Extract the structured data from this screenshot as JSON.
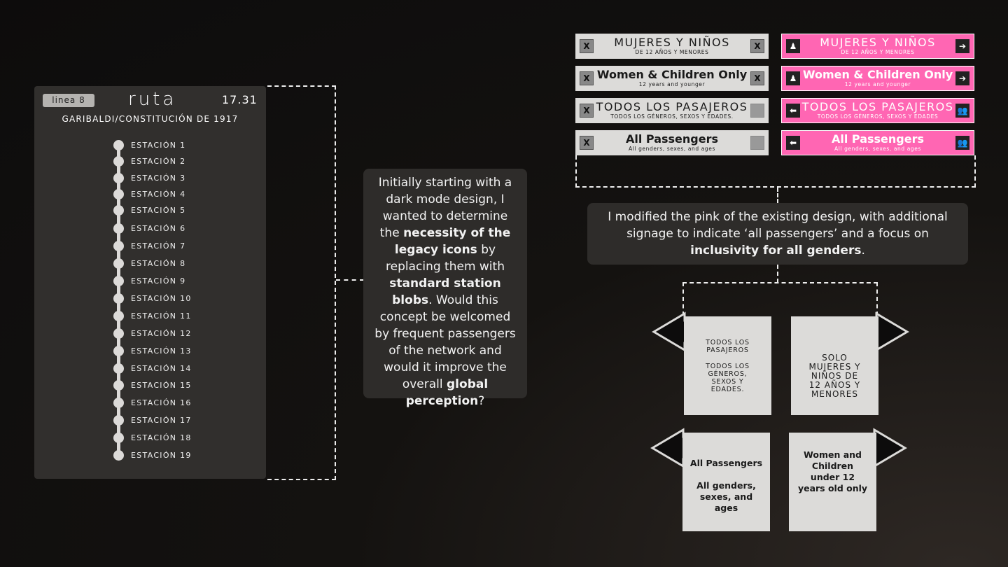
{
  "route_panel": {
    "line_badge": "linea 8",
    "title": "ruta",
    "time": "17.31",
    "subtitle": "GARIBALDI/CONSTITUCIÓN DE 1917",
    "stations": [
      "ESTACIÓN 1",
      "ESTACIÓN 2",
      "ESTACIÓN 3",
      "ESTACIÓN 4",
      "ESTACIÓN 5",
      "ESTACIÓN 6",
      "ESTACIÓN 7",
      "ESTACIÓN 8",
      "ESTACIÓN 9",
      "ESTACIÓN 10",
      "ESTACIÓN 11",
      "ESTACIÓN 12",
      "ESTACIÓN 13",
      "ESTACIÓN 14",
      "ESTACIÓN 15",
      "ESTACIÓN 16",
      "ESTACIÓN 17",
      "ESTACIÓN 18",
      "ESTACIÓN 19"
    ]
  },
  "left_caption": {
    "p1": "Initially starting with a dark mode design, I wanted to determine the ",
    "b1": "necessity of the legacy icons",
    "p2": " by replacing them with ",
    "b2": "standard station blobs",
    "p3": ". Would this concept be welcomed by frequent passengers of the network and would it improve the overall ",
    "b3": "global perception",
    "p4": "?"
  },
  "right_caption": {
    "p1": "I modified the pink of the existing design, with additional signage to indicate ‘all passengers’ and a focus on ",
    "b1": "inclusivity for all genders",
    "p2": "."
  },
  "signs": {
    "grey": [
      {
        "main": "MUJERES Y NIÑOS",
        "small": "DE 12 AÑOS Y MENORES",
        "left_icon": "X",
        "right_icon": "X"
      },
      {
        "main": "Women & Children Only",
        "small": "12 years and younger",
        "left_icon": "X",
        "right_icon": "X"
      },
      {
        "main": "TODOS LOS PASAJEROS",
        "small": "TODOS LOS GÉNEROS, SEXOS Y EDADES.",
        "left_icon": "X",
        "right_icon": ""
      },
      {
        "main": "All Passengers",
        "small": "All genders, sexes, and ages",
        "left_icon": "X",
        "right_icon": ""
      }
    ],
    "pink": [
      {
        "main": "MUJERES Y NIÑOS",
        "small": "DE 12 AÑOS Y MENORES",
        "left_icon": "person-icon",
        "right_icon": "arrow-right-icon"
      },
      {
        "main": "Women & Children Only",
        "small": "12 years and younger",
        "left_icon": "person-icon",
        "right_icon": "arrow-right-icon"
      },
      {
        "main": "TODOS LOS PASAJEROS",
        "small": "TODOS LOS GÉNEROS, SEXOS Y EDADES",
        "left_icon": "arrow-left-icon",
        "right_icon": "group-icon"
      },
      {
        "main": "All Passengers",
        "small": "All genders, sexes, and ages",
        "left_icon": "arrow-left-icon",
        "right_icon": "group-icon"
      }
    ]
  },
  "arrow_cards": {
    "es_left": [
      "TODOS LOS PASAJEROS",
      "TODOS LOS GÉNEROS, SEXOS Y EDADES."
    ],
    "es_right": "SOLO MUJERES Y NIÑOS DE 12 AÑOS Y MENORES",
    "en_left_1": "All Passengers",
    "en_left_2": "All genders, sexes, and ages",
    "en_right": "Women and Children under 12 years old only"
  },
  "colors": {
    "pink": "#ff66b3",
    "panel": "#312f2d",
    "sign_grey": "#dcdbd9"
  }
}
